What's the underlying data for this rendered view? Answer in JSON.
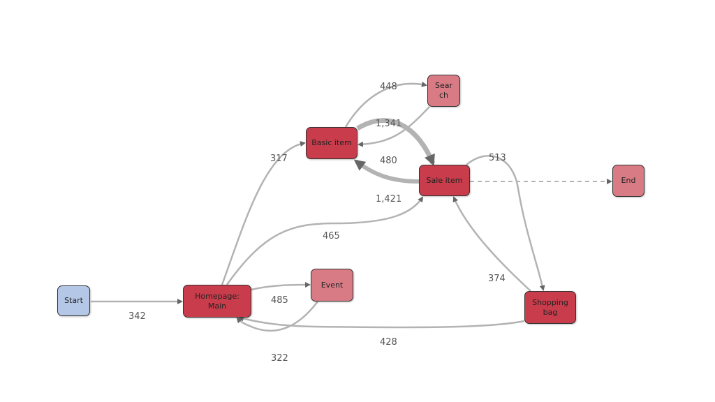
{
  "colors": {
    "start": "#b4c7e7",
    "dark": "#c83c4b",
    "light": "#d97b85",
    "edge": "#b3b3b3",
    "arrow": "#666666"
  },
  "nodes": {
    "start": "Start",
    "homepage": "Homepage:\nMain",
    "basic": "Basic item",
    "search": "Sear\nch",
    "sale": "Sale item",
    "end": "End",
    "event": "Event",
    "shopping": "Shopping\nbag"
  },
  "edges": {
    "start_home": "342",
    "home_basic": "317",
    "home_sale": "465",
    "home_sale_b": "1,421",
    "basic_search": "448",
    "basic_sale": "1,341",
    "sale_basic": "480",
    "sale_shopping": "513",
    "shopping_sale": "374",
    "shopping_home": "428",
    "home_event": "485",
    "event_home": "322"
  }
}
